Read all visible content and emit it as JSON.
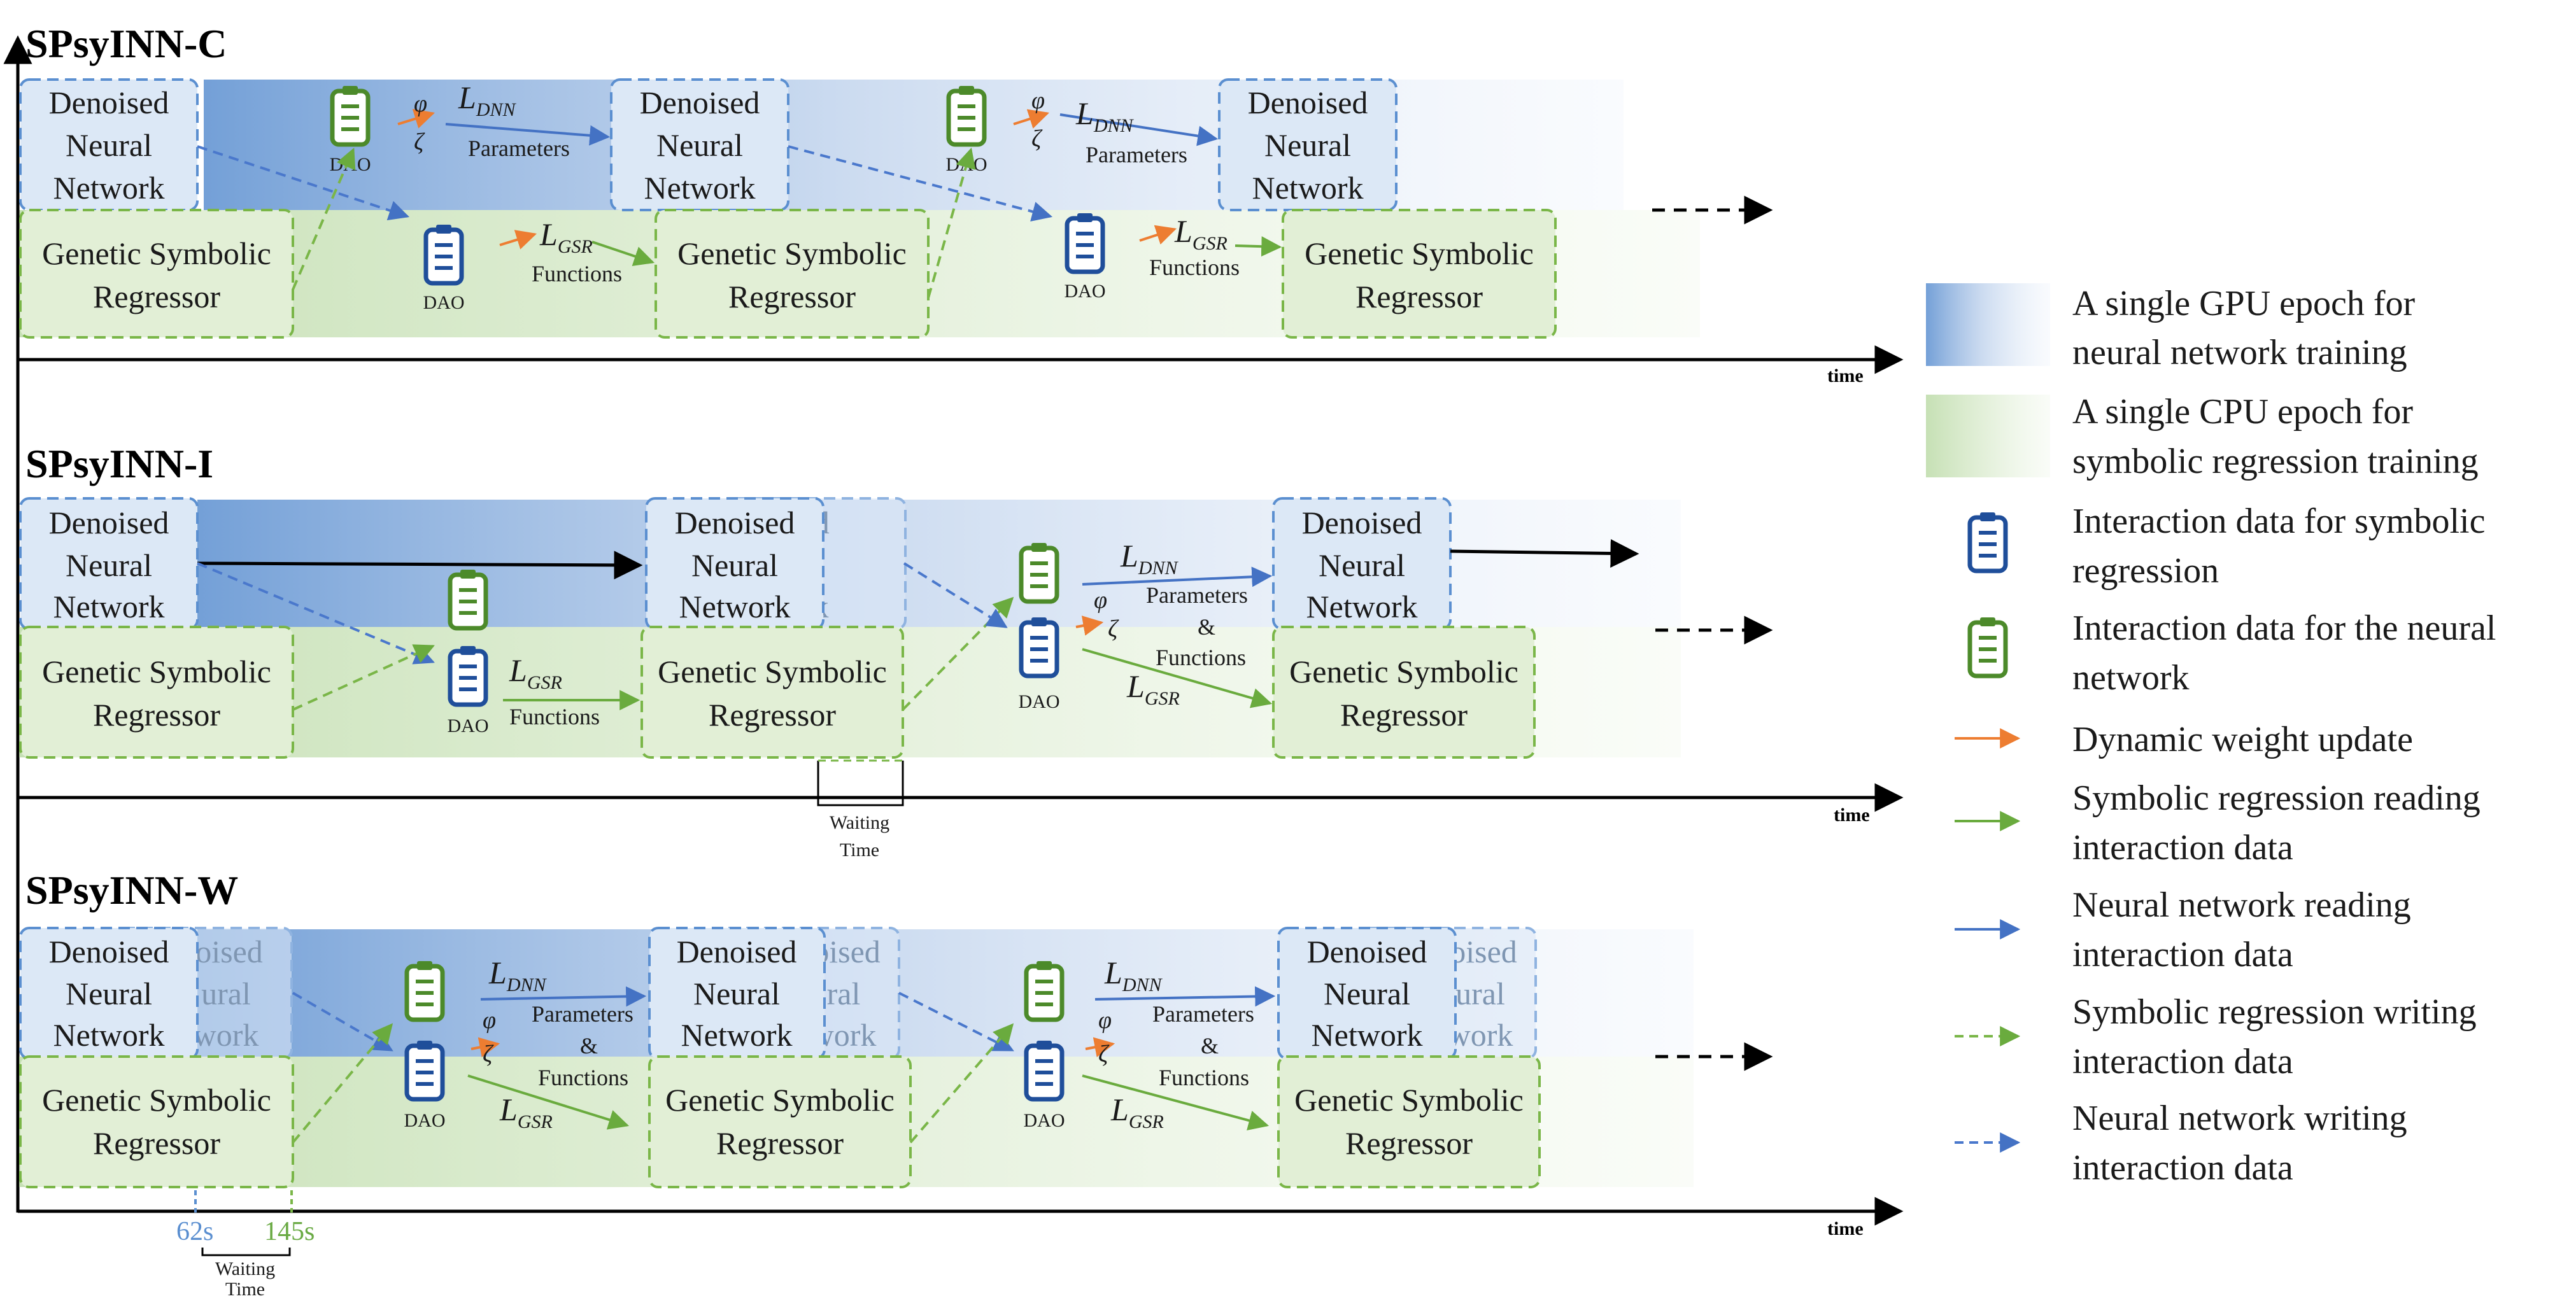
{
  "sections": [
    {
      "title": "SPsyINN-C",
      "time_label": "time"
    },
    {
      "title": "SPsyINN-I",
      "time_label": "time"
    },
    {
      "title": "SPsyINN-W",
      "time_label": "time"
    }
  ],
  "nodes": {
    "nn_line1": "Denoised",
    "nn_line2": "Neural",
    "nn_line3": "Network",
    "ghost_line1": "oised",
    "ghost_line2": "ural",
    "ghost_line3": "work",
    "ghost_i_line1": "oised",
    "ghost_i_line2": "ral",
    "ghost_i_line3": "work",
    "gsr_line1": "Genetic Symbolic",
    "gsr_line2": "Regressor",
    "dao": "DAO"
  },
  "annotations": {
    "phi": "φ",
    "zeta": "ζ",
    "loss_dnn_main": "L",
    "loss_dnn_sub": "DNN",
    "loss_gsr_main": "L",
    "loss_gsr_sub": "GSR",
    "parameters": "Parameters",
    "functions": "Functions",
    "ampersand": "&",
    "waiting": "Waiting",
    "time_word": "Time",
    "tick_62": "62s",
    "tick_145": "145s"
  },
  "legend": [
    {
      "line1": "A single GPU epoch for",
      "line2": "neural network training"
    },
    {
      "line1": "A single CPU epoch for",
      "line2": "symbolic regression training"
    },
    {
      "line1": "Interaction data for symbolic",
      "line2": "regression"
    },
    {
      "line1": "Interaction data for the neural",
      "line2": "network"
    },
    {
      "line1": "Dynamic weight update",
      "line2": ""
    },
    {
      "line1": "Symbolic regression reading",
      "line2": "interaction data"
    },
    {
      "line1": "Neural network reading",
      "line2": "interaction data"
    },
    {
      "line1": "Symbolic regression writing",
      "line2": "interaction data"
    },
    {
      "line1": "Neural network writing",
      "line2": "interaction data"
    }
  ],
  "colors": {
    "blue": "#4472c4",
    "blue_dash": "#4a78cc",
    "green": "#6aab3e",
    "green_dash": "#7ab648",
    "orange": "#ed7d31",
    "nn_fill": "#dce8f6",
    "gsr_fill": "#e2efd6"
  }
}
